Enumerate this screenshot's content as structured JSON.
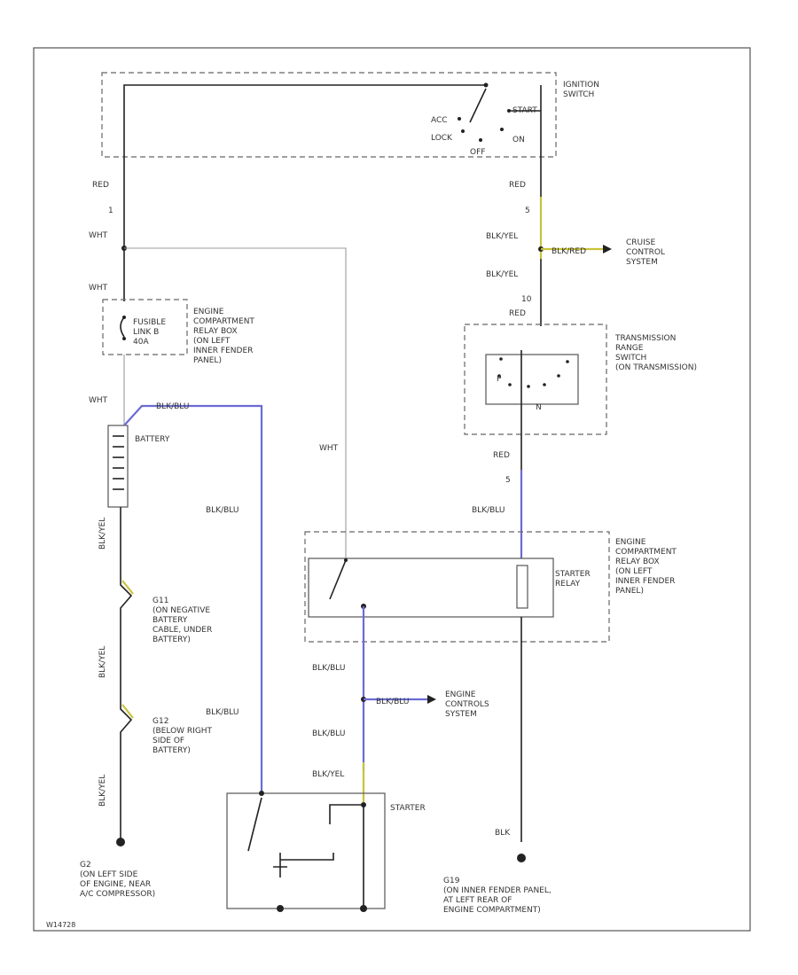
{
  "components": {
    "ignition_switch": "IGNITION\nSWITCH",
    "ign_positions": {
      "acc": "ACC",
      "lock": "LOCK",
      "off": "OFF",
      "on": "ON",
      "start": "START"
    },
    "cruise_control": "CRUISE\nCONTROL\nSYSTEM",
    "fusible_link": "FUSIBLE\nLINK B\n40A",
    "relay_box_top": "ENGINE\nCOMPARTMENT\nRELAY BOX\n(ON LEFT\nINNER FENDER\nPANEL)",
    "tr_switch": "TRANSMISSION\nRANGE\nSWITCH\n(ON TRANSMISSION)",
    "tr_positions": {
      "p": "P",
      "n": "N"
    },
    "battery": "BATTERY",
    "relay_box_right": "ENGINE\nCOMPARTMENT\nRELAY BOX\n(ON LEFT\nINNER FENDER\nPANEL)",
    "starter_relay": "STARTER\nRELAY",
    "g11": "G11\n(ON NEGATIVE\nBATTERY\nCABLE, UNDER\nBATTERY)",
    "g12": "G12\n(BELOW RIGHT\nSIDE OF\nBATTERY)",
    "engine_controls": "ENGINE\nCONTROLS\nSYSTEM",
    "starter": "STARTER",
    "g2": "G2\n(ON LEFT SIDE\nOF ENGINE, NEAR\nA/C COMPRESSOR)",
    "g19": "G19\n(ON INNER FENDER PANEL,\nAT LEFT REAR OF\nENGINE COMPARTMENT)"
  },
  "wire_labels": {
    "blk_red": "BLK/RED",
    "blk_yel": "BLK/YEL",
    "blk_blu": "BLK/BLU",
    "blk_yel_2": "BLK/YEL",
    "wht": "WHT",
    "blk": "BLK"
  },
  "connectors": {
    "c_red_l": "RED",
    "c_red_r": "RED",
    "c_red_tr": "RED",
    "c_red_trb": "RED",
    "c_wht_1": "WHT",
    "c_wht_2": "WHT",
    "c_wht_3": "WHT",
    "c_blkyel_1": "BLK/YEL",
    "c_blkyel_2": "BLK/YEL",
    "c_blkblu_bat": "BLK/BLU",
    "c_blkblu_l": "BLK/BLU",
    "c_blkblu_r": "BLK/BLU",
    "c_blkblu_m1": "BLK/BLU",
    "c_blkblu_m2": "BLK/BLU",
    "c_blkblu_m3": "BLK/BLU",
    "c_blkyel_s": "BLK/YEL",
    "c_blkyel_g1": "BLK/YEL",
    "c_blkyel_g2": "BLK/YEL",
    "c_blkyel_g3": "BLK/YEL",
    "c_blk": "BLK",
    "pin_1": "1",
    "pin_5": "5",
    "pin_10": "10",
    "pin_5b": "5"
  },
  "footer": {
    "code": "W14728"
  }
}
